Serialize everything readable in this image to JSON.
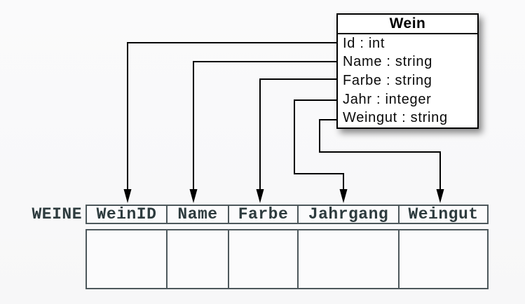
{
  "class_box": {
    "title": "Wein",
    "attributes": [
      "Id : int",
      "Name : string",
      "Farbe : string",
      "Jahr : integer",
      "Weingut : string"
    ]
  },
  "table": {
    "label": "WEINE",
    "columns": [
      "WeinID",
      "Name",
      "Farbe",
      "Jahrgang",
      "Weingut"
    ]
  },
  "connectors": [
    {
      "from": "Id",
      "to": "WeinID"
    },
    {
      "from": "Name",
      "to": "Name"
    },
    {
      "from": "Farbe",
      "to": "Farbe"
    },
    {
      "from": "Jahr",
      "to": "Jahrgang"
    },
    {
      "from": "Weingut",
      "to": "Weingut"
    }
  ],
  "colors": {
    "background": "#f9f9fa",
    "class_box_border": "#000000",
    "class_box_fill": "#ffffff",
    "table_border": "#4d585c",
    "table_text": "#2d3b3e",
    "connector": "#000000"
  }
}
